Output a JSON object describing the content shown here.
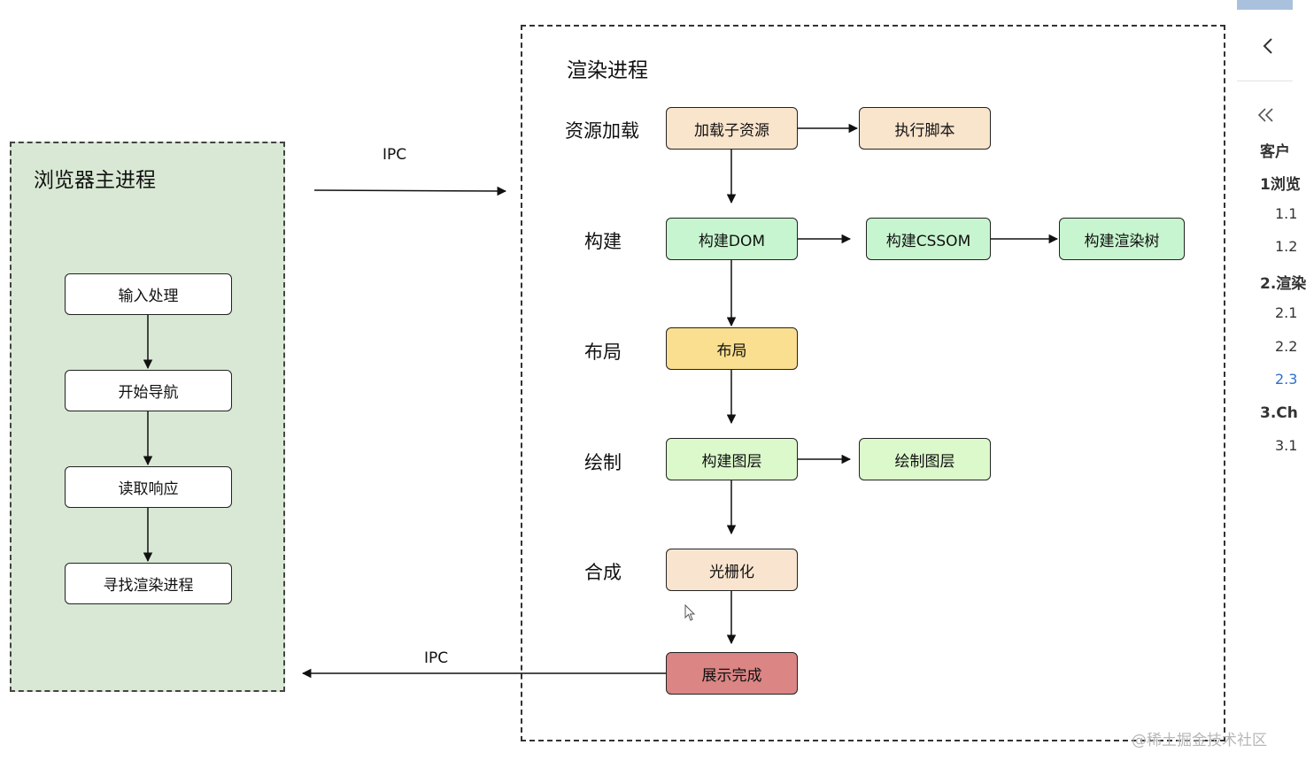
{
  "main_process": {
    "title": "浏览器主进程",
    "steps": [
      "输入处理",
      "开始导航",
      "读取响应",
      "寻找渲染进程"
    ]
  },
  "render_process": {
    "title": "渲染进程",
    "rows": [
      {
        "label": "资源加载",
        "nodes": [
          "加载子资源",
          "执行脚本"
        ]
      },
      {
        "label": "构建",
        "nodes": [
          "构建DOM",
          "构建CSSOM",
          "构建渲染树"
        ]
      },
      {
        "label": "布局",
        "nodes": [
          "布局"
        ]
      },
      {
        "label": "绘制",
        "nodes": [
          "构建图层",
          "绘制图层"
        ]
      },
      {
        "label": "合成",
        "nodes": [
          "光栅化"
        ]
      }
    ],
    "final_node": "展示完成"
  },
  "ipc": {
    "top": "IPC",
    "bottom": "IPC"
  },
  "sidebar": {
    "back_icon": "chevron-left-icon",
    "collapse_icon": "double-chevron-left-icon",
    "items": [
      {
        "text": "客户",
        "level": "h"
      },
      {
        "text": "1浏览",
        "level": "h"
      },
      {
        "text": "1.1",
        "level": "s"
      },
      {
        "text": "1.2",
        "level": "s"
      },
      {
        "text": "2.渲染",
        "level": "h"
      },
      {
        "text": "2.1",
        "level": "s"
      },
      {
        "text": "2.2",
        "level": "s"
      },
      {
        "text": "2.3",
        "level": "s",
        "active": true
      },
      {
        "text": "3.Ch",
        "level": "h"
      },
      {
        "text": "3.1",
        "level": "s"
      }
    ]
  },
  "watermark": "@稀土掘金技术社区",
  "colors": {
    "main_panel_bg": "#d9e8d4",
    "resource_node": "#f9e4cc",
    "build_node": "#c7f5cf",
    "layout_node": "#f9df8f",
    "paint_node": "#dcf9cc",
    "raster_node": "#f9e5cf",
    "done_node": "#db8585",
    "sidebar_active": "#2f6fd0"
  }
}
